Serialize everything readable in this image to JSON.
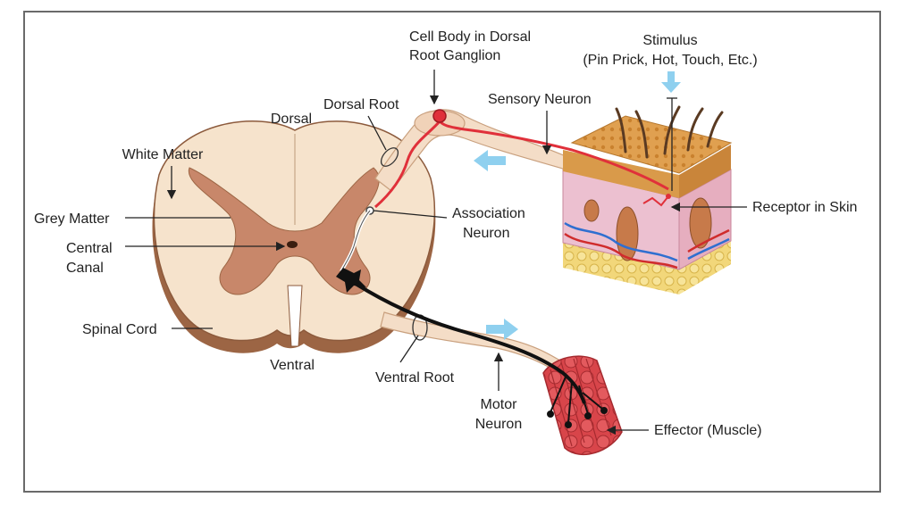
{
  "labels": {
    "dorsal": "Dorsal",
    "ventral": "Ventral",
    "white_matter": "White Matter",
    "grey_matter": "Grey Matter",
    "central_canal_line1": "Central",
    "central_canal_line2": "Canal",
    "spinal_cord": "Spinal Cord",
    "dorsal_root": "Dorsal Root",
    "ventral_root": "Ventral Root",
    "cell_body_line1": "Cell Body in Dorsal",
    "cell_body_line2": "Root Ganglion",
    "sensory_neuron": "Sensory Neuron",
    "association_neuron_line1": "Association",
    "association_neuron_line2": "Neuron",
    "motor_neuron_line1": "Motor",
    "motor_neuron_line2": "Neuron",
    "stimulus_line1": "Stimulus",
    "stimulus_line2": "(Pin Prick, Hot, Touch, Etc.)",
    "receptor_in_skin": "Receptor in Skin",
    "effector": "Effector (Muscle)"
  },
  "colors": {
    "white_matter": "#f6e3cc",
    "grey_matter": "#c8876a",
    "cord_edge": "#8c5a3c",
    "sensory_neuron": "#e0303a",
    "motor_neuron": "#111111",
    "signal_arrow": "#8fd0ef",
    "skin_top": "#d99a4a",
    "skin_body": "#ecc0d0",
    "fat": "#f2d77a",
    "muscle": "#d8454a"
  }
}
